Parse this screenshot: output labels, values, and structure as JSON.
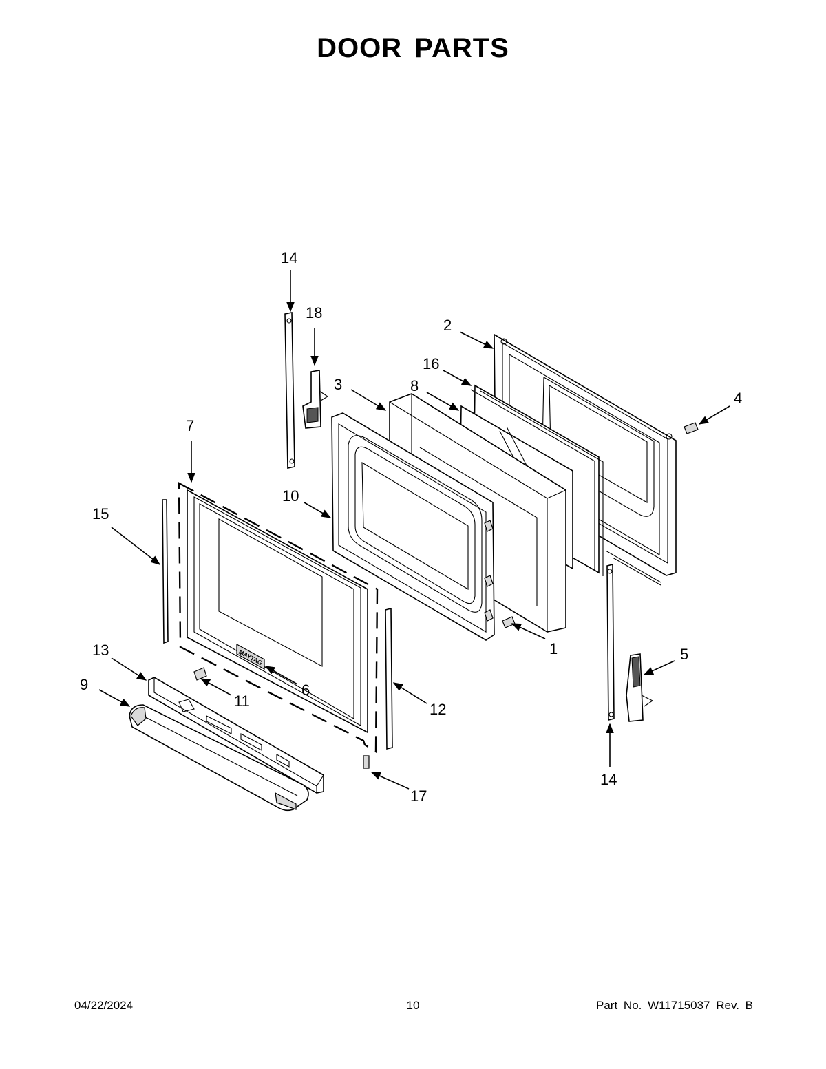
{
  "title": "DOOR PARTS",
  "brand_badge": "MAYTAG",
  "callouts": [
    {
      "id": "c1",
      "label": "1"
    },
    {
      "id": "c2",
      "label": "2"
    },
    {
      "id": "c3",
      "label": "3"
    },
    {
      "id": "c4",
      "label": "4"
    },
    {
      "id": "c5",
      "label": "5"
    },
    {
      "id": "c6",
      "label": "6"
    },
    {
      "id": "c7",
      "label": "7"
    },
    {
      "id": "c8",
      "label": "8"
    },
    {
      "id": "c9",
      "label": "9"
    },
    {
      "id": "c10",
      "label": "10"
    },
    {
      "id": "c11",
      "label": "11"
    },
    {
      "id": "c12",
      "label": "12"
    },
    {
      "id": "c13",
      "label": "13"
    },
    {
      "id": "c14a",
      "label": "14"
    },
    {
      "id": "c14b",
      "label": "14"
    },
    {
      "id": "c15",
      "label": "15"
    },
    {
      "id": "c16",
      "label": "16"
    },
    {
      "id": "c17",
      "label": "17"
    },
    {
      "id": "c18",
      "label": "18"
    }
  ],
  "footer": {
    "date": "04/22/2024",
    "page": "10",
    "part_number": "Part No.  W11715037  Rev.  B"
  }
}
